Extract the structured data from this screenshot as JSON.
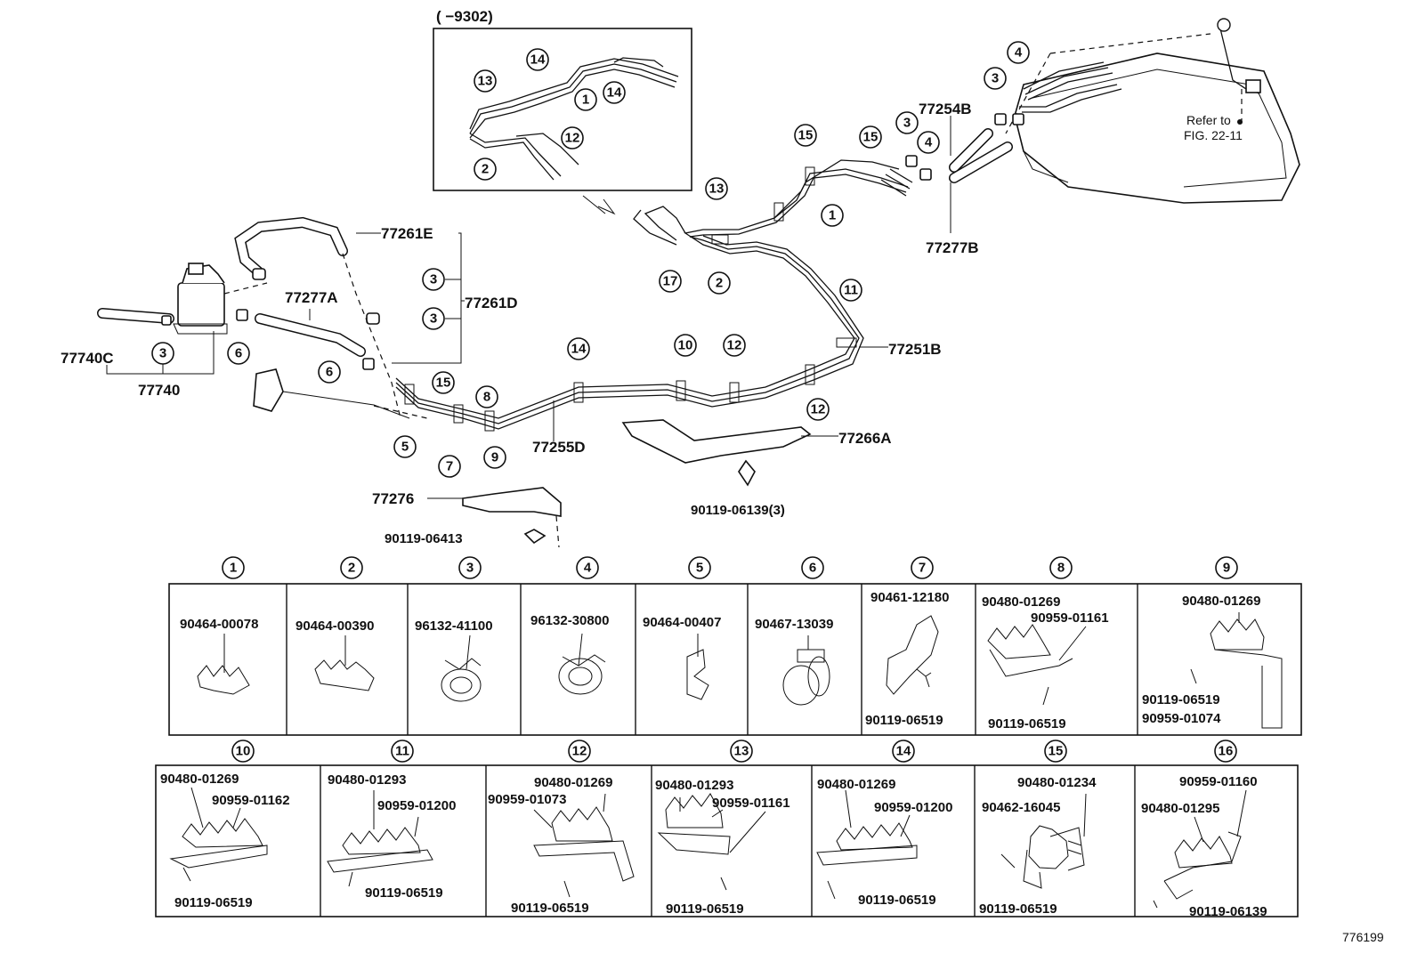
{
  "inset": {
    "header": "(      −9302)"
  },
  "parts": {
    "p77261E": "77261E",
    "p77261D": "77261D",
    "p77277A": "77277A",
    "p77740C": "77740C",
    "p77740": "77740",
    "p77255D": "77255D",
    "p77251B": "77251B",
    "p77266A": "77266A",
    "p77276": "77276",
    "p77254B": "77254B",
    "p77277B": "77277B",
    "bolt_a": "90119-06413",
    "bolt_b": "90119-06139(3)"
  },
  "refer": {
    "line1": "Refer to",
    "line2": "FIG. 22-11"
  },
  "callouts": [
    "1",
    "2",
    "3",
    "4",
    "5",
    "6",
    "7",
    "8",
    "9",
    "10",
    "11",
    "12",
    "13",
    "14",
    "15",
    "16",
    "17"
  ],
  "clamp_table": [
    {
      "num": "1",
      "parts": [
        "90464-00078"
      ]
    },
    {
      "num": "2",
      "parts": [
        "90464-00390"
      ]
    },
    {
      "num": "3",
      "parts": [
        "96132-41100"
      ]
    },
    {
      "num": "4",
      "parts": [
        "96132-30800"
      ]
    },
    {
      "num": "5",
      "parts": [
        "90464-00407"
      ]
    },
    {
      "num": "6",
      "parts": [
        "90467-13039"
      ]
    },
    {
      "num": "7",
      "parts": [
        "90461-12180",
        "90119-06519"
      ]
    },
    {
      "num": "8",
      "parts": [
        "90480-01269",
        "90959-01161",
        "90119-06519"
      ]
    },
    {
      "num": "9",
      "parts": [
        "90480-01269",
        "90119-06519",
        "90959-01074"
      ]
    },
    {
      "num": "10",
      "parts": [
        "90480-01269",
        "90959-01162",
        "90119-06519"
      ]
    },
    {
      "num": "11",
      "parts": [
        "90480-01293",
        "90959-01200",
        "90119-06519"
      ]
    },
    {
      "num": "12",
      "parts": [
        "90480-01269",
        "90959-01073",
        "90119-06519"
      ]
    },
    {
      "num": "13",
      "parts": [
        "90480-01293",
        "90959-01161",
        "90119-06519"
      ]
    },
    {
      "num": "14",
      "parts": [
        "90480-01269",
        "90959-01200",
        "90119-06519"
      ]
    },
    {
      "num": "15",
      "parts": [
        "90480-01234",
        "90462-16045",
        "90119-06519"
      ]
    },
    {
      "num": "16",
      "parts": [
        "90959-01160",
        "90480-01295",
        "90119-06139"
      ]
    }
  ],
  "figure_id": "776199"
}
